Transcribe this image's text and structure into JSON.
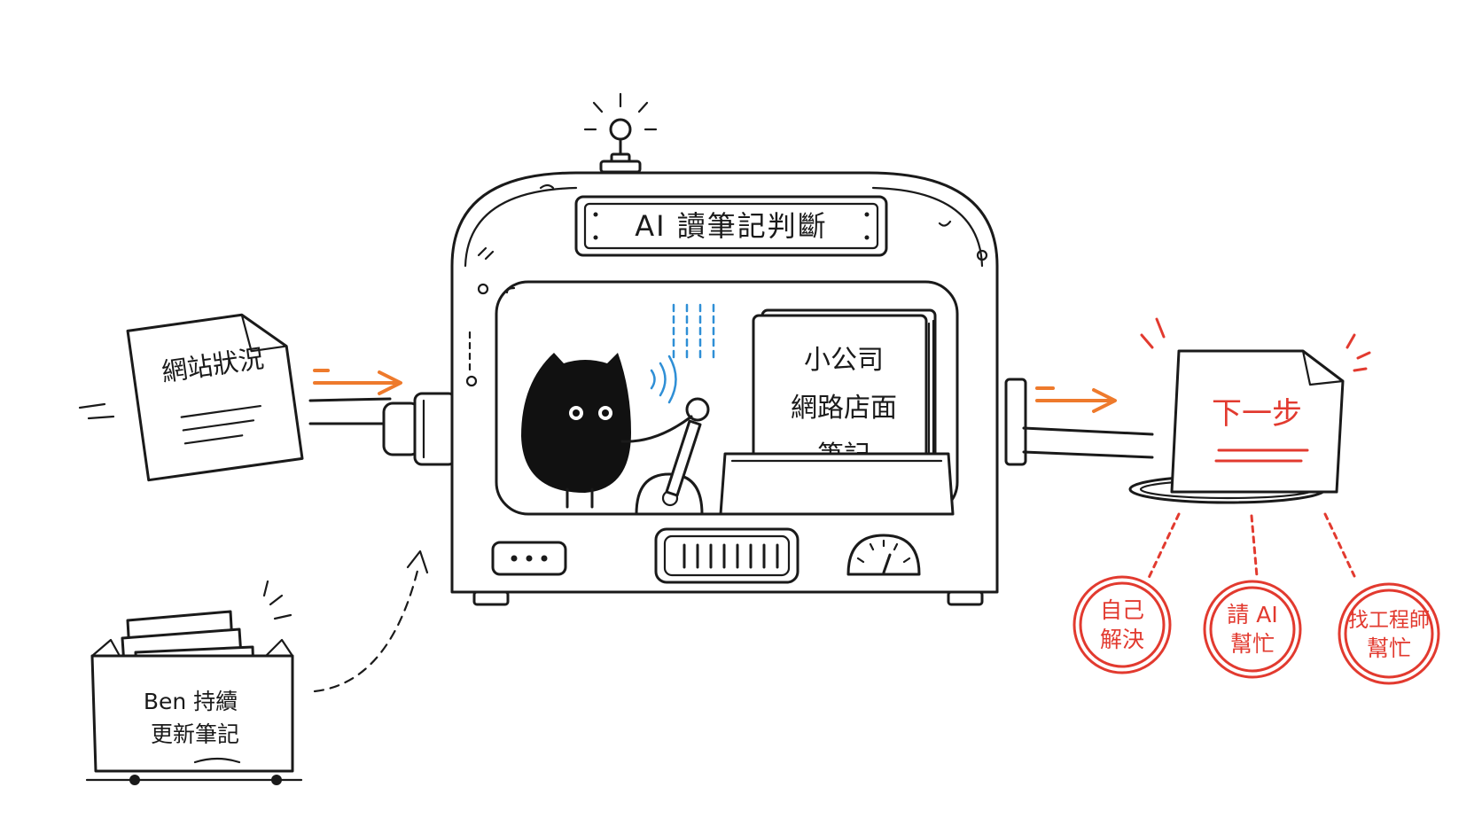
{
  "colors": {
    "ink": "#1a1a1a",
    "arrow": "#ee7a2c",
    "stamp": "#e23a2f",
    "signal": "#2f8fd6"
  },
  "input_doc": {
    "label": "網站狀況"
  },
  "machine": {
    "sign": "AI 讀筆記判斷",
    "book_lines": [
      "小公司",
      "網路店面",
      "筆記"
    ]
  },
  "notes_box": {
    "lines": [
      "Ben 持續",
      "更新筆記"
    ]
  },
  "output_doc": {
    "label": "下一步"
  },
  "options": [
    {
      "lines": [
        "自己",
        "解決"
      ]
    },
    {
      "lines": [
        "請 AI",
        "幫忙"
      ]
    },
    {
      "lines": [
        "找工程師",
        "幫忙"
      ]
    }
  ],
  "icons": [
    "antenna-light-icon",
    "cat-mascot-icon",
    "lever-icon",
    "gauge-icon",
    "wifi-signal-icon"
  ]
}
